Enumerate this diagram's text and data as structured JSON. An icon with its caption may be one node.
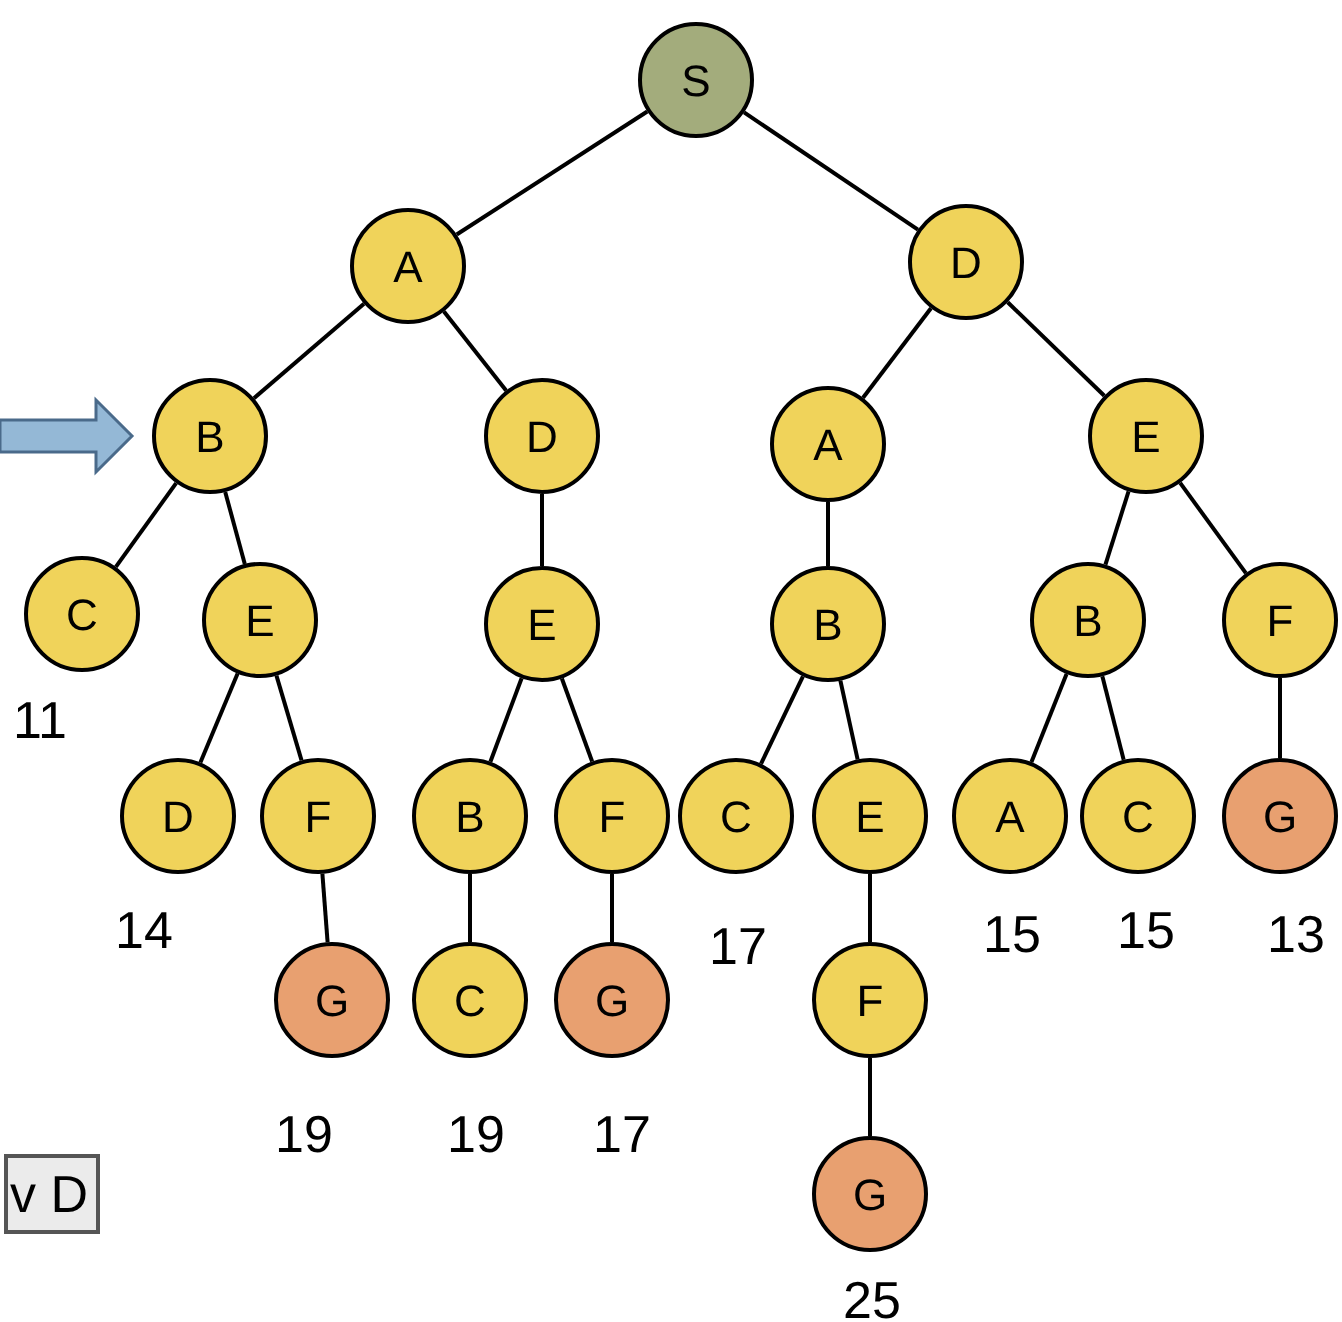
{
  "diagram": {
    "nodes": [
      {
        "text": [
          "S"
        ]
      },
      {
        "text": [
          "A"
        ]
      },
      {
        "text": [
          "D"
        ]
      },
      {
        "text": [
          "B"
        ]
      },
      {
        "text": [
          "D"
        ]
      },
      {
        "text": [
          "A"
        ]
      },
      {
        "text": [
          "E"
        ]
      },
      {
        "text": [
          "C"
        ],
        "beside": [
          "11"
        ]
      },
      {
        "text": [
          "E"
        ]
      },
      {
        "text": [
          "E"
        ]
      },
      {
        "text": [
          "B"
        ]
      },
      {
        "text": [
          "B"
        ]
      },
      {
        "text": [
          "F"
        ]
      },
      {
        "text": [
          "D"
        ],
        "beside": [
          "14"
        ]
      },
      {
        "text": [
          "F"
        ]
      },
      {
        "text": [
          "B"
        ]
      },
      {
        "text": [
          "F"
        ]
      },
      {
        "text": [
          "C"
        ],
        "beside": [
          "17"
        ]
      },
      {
        "text": [
          "E"
        ]
      },
      {
        "text": [
          "A"
        ],
        "beside": [
          "15"
        ]
      },
      {
        "text": [
          "C"
        ],
        "beside": [
          "15"
        ]
      },
      {
        "text": [
          "G"
        ],
        "beside": [
          "13"
        ]
      },
      {
        "text": [
          "G"
        ],
        "beside": [
          "19"
        ]
      },
      {
        "text": [
          "C"
        ],
        "beside": [
          "19"
        ]
      },
      {
        "text": [
          "G"
        ],
        "beside": [
          "17"
        ]
      },
      {
        "text": [
          "F"
        ]
      },
      {
        "text": [
          "G"
        ],
        "beside": [
          "25"
        ]
      },
      {
        "text": [
          "v D"
        ]
      }
    ],
    "edges": [
      {
        "from": 0,
        "to": 1,
        "arrow": "none"
      },
      {
        "from": 0,
        "to": 2,
        "arrow": "none"
      },
      {
        "from": 1,
        "to": 3,
        "arrow": "none"
      },
      {
        "from": 1,
        "to": 4,
        "arrow": "none"
      },
      {
        "from": 2,
        "to": 5,
        "arrow": "none"
      },
      {
        "from": 2,
        "to": 6,
        "arrow": "none"
      },
      {
        "from": 3,
        "to": 7,
        "arrow": "none"
      },
      {
        "from": 3,
        "to": 8,
        "arrow": "none"
      },
      {
        "from": 4,
        "to": 9,
        "arrow": "none"
      },
      {
        "from": 5,
        "to": 10,
        "arrow": "none"
      },
      {
        "from": 6,
        "to": 11,
        "arrow": "none"
      },
      {
        "from": 6,
        "to": 12,
        "arrow": "none"
      },
      {
        "from": 8,
        "to": 13,
        "arrow": "none"
      },
      {
        "from": 8,
        "to": 14,
        "arrow": "none"
      },
      {
        "from": 9,
        "to": 15,
        "arrow": "none"
      },
      {
        "from": 9,
        "to": 16,
        "arrow": "none"
      },
      {
        "from": 10,
        "to": 17,
        "arrow": "none"
      },
      {
        "from": 10,
        "to": 18,
        "arrow": "none"
      },
      {
        "from": 11,
        "to": 19,
        "arrow": "none"
      },
      {
        "from": 11,
        "to": 20,
        "arrow": "none"
      },
      {
        "from": 12,
        "to": 21,
        "arrow": "none"
      },
      {
        "from": 14,
        "to": 22,
        "arrow": "none"
      },
      {
        "from": 15,
        "to": 23,
        "arrow": "none"
      },
      {
        "from": 16,
        "to": 24,
        "arrow": "none"
      },
      {
        "from": 18,
        "to": 25,
        "arrow": "none"
      },
      {
        "from": 25,
        "to": 26,
        "arrow": "none"
      },
      {
        "from": null,
        "to": 3,
        "arrow": "to",
        "style": "thick",
        "color": "#94b8d6"
      }
    ]
  }
}
